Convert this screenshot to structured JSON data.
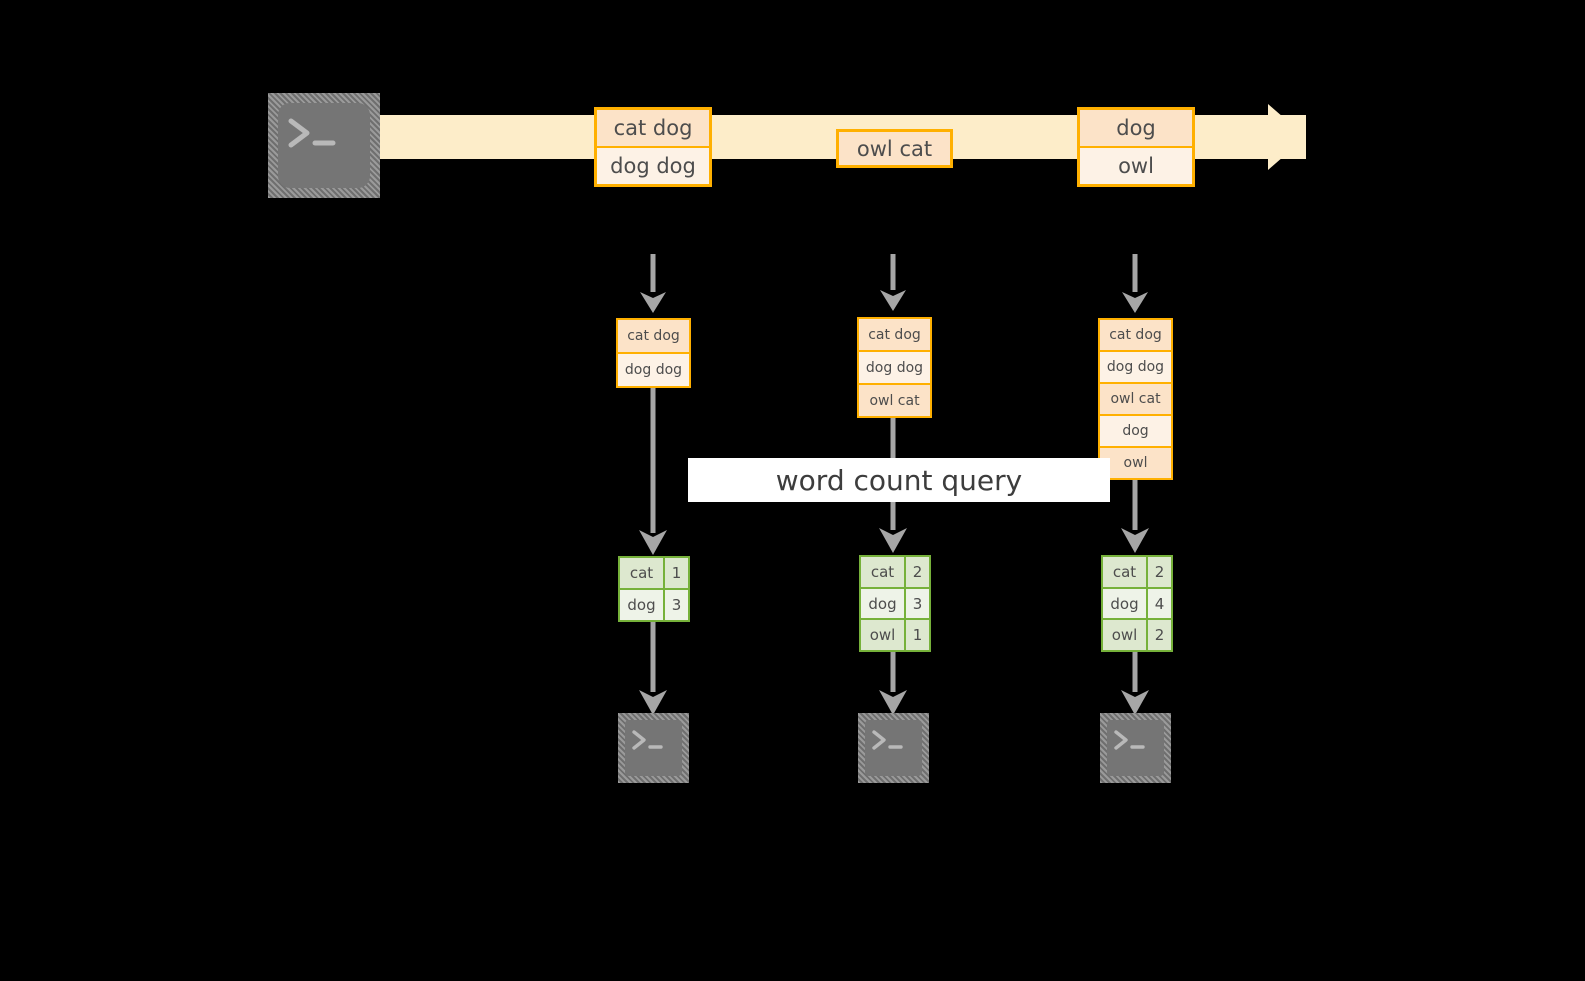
{
  "diagram": {
    "title_label": "word count query",
    "colors": {
      "background": "#000000",
      "stream_band": "#fdedc9",
      "event_border": "#ffb000",
      "event_fill_dark": "#fce3c8",
      "event_fill_light": "#fdf2e6",
      "result_border": "#76b13a",
      "result_fill_dark": "#dde8cf",
      "result_fill_light": "#eef3e8",
      "arrow_gray": "#a6a6a6",
      "terminal_gray": "#757575",
      "text": "#4d4d4d",
      "label_bg": "#ffffff"
    },
    "source": {
      "icon": "terminal-icon",
      "prompt": ">_"
    },
    "stream_events": [
      {
        "id": "event-group-1",
        "lines": [
          "cat dog",
          "dog dog"
        ]
      },
      {
        "id": "event-group-2",
        "lines": [
          "owl cat"
        ]
      },
      {
        "id": "event-group-3",
        "lines": [
          "dog",
          "owl"
        ]
      }
    ],
    "snapshots": [
      {
        "id": "snapshot-1",
        "events": [
          "cat dog",
          "dog dog"
        ],
        "results": [
          {
            "word": "cat",
            "count": "1"
          },
          {
            "word": "dog",
            "count": "3"
          }
        ],
        "sink": {
          "icon": "terminal-icon",
          "prompt": ">_"
        }
      },
      {
        "id": "snapshot-2",
        "events": [
          "cat dog",
          "dog dog",
          "owl cat"
        ],
        "results": [
          {
            "word": "cat",
            "count": "2"
          },
          {
            "word": "dog",
            "count": "3"
          },
          {
            "word": "owl",
            "count": "1"
          }
        ],
        "sink": {
          "icon": "terminal-icon",
          "prompt": ">_"
        }
      },
      {
        "id": "snapshot-3",
        "events": [
          "cat dog",
          "dog dog",
          "owl cat",
          "dog",
          "owl"
        ],
        "results": [
          {
            "word": "cat",
            "count": "2"
          },
          {
            "word": "dog",
            "count": "4"
          },
          {
            "word": "owl",
            "count": "2"
          }
        ],
        "sink": {
          "icon": "terminal-icon",
          "prompt": ">_"
        }
      }
    ]
  }
}
